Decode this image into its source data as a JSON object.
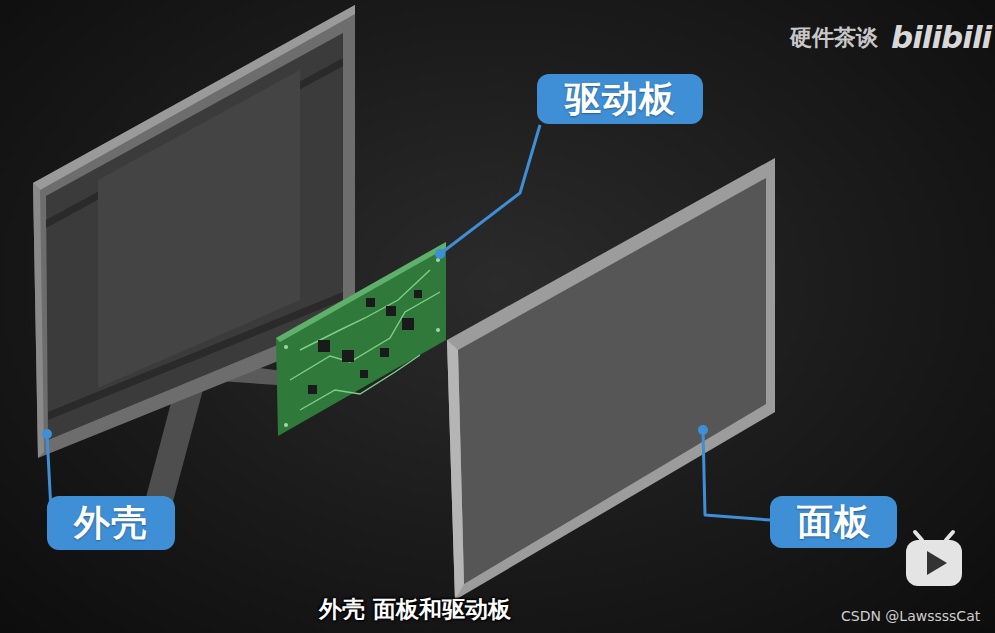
{
  "diagram": {
    "nodes": [
      {
        "text": [
          "驱动板"
        ]
      },
      {
        "text": [
          "外壳"
        ]
      },
      {
        "text": [
          "面板"
        ]
      }
    ],
    "labels": [
      "硬件茶谈",
      "bilibili",
      "外壳 面板和驱动板",
      "CSDN @LawssssCat"
    ]
  }
}
